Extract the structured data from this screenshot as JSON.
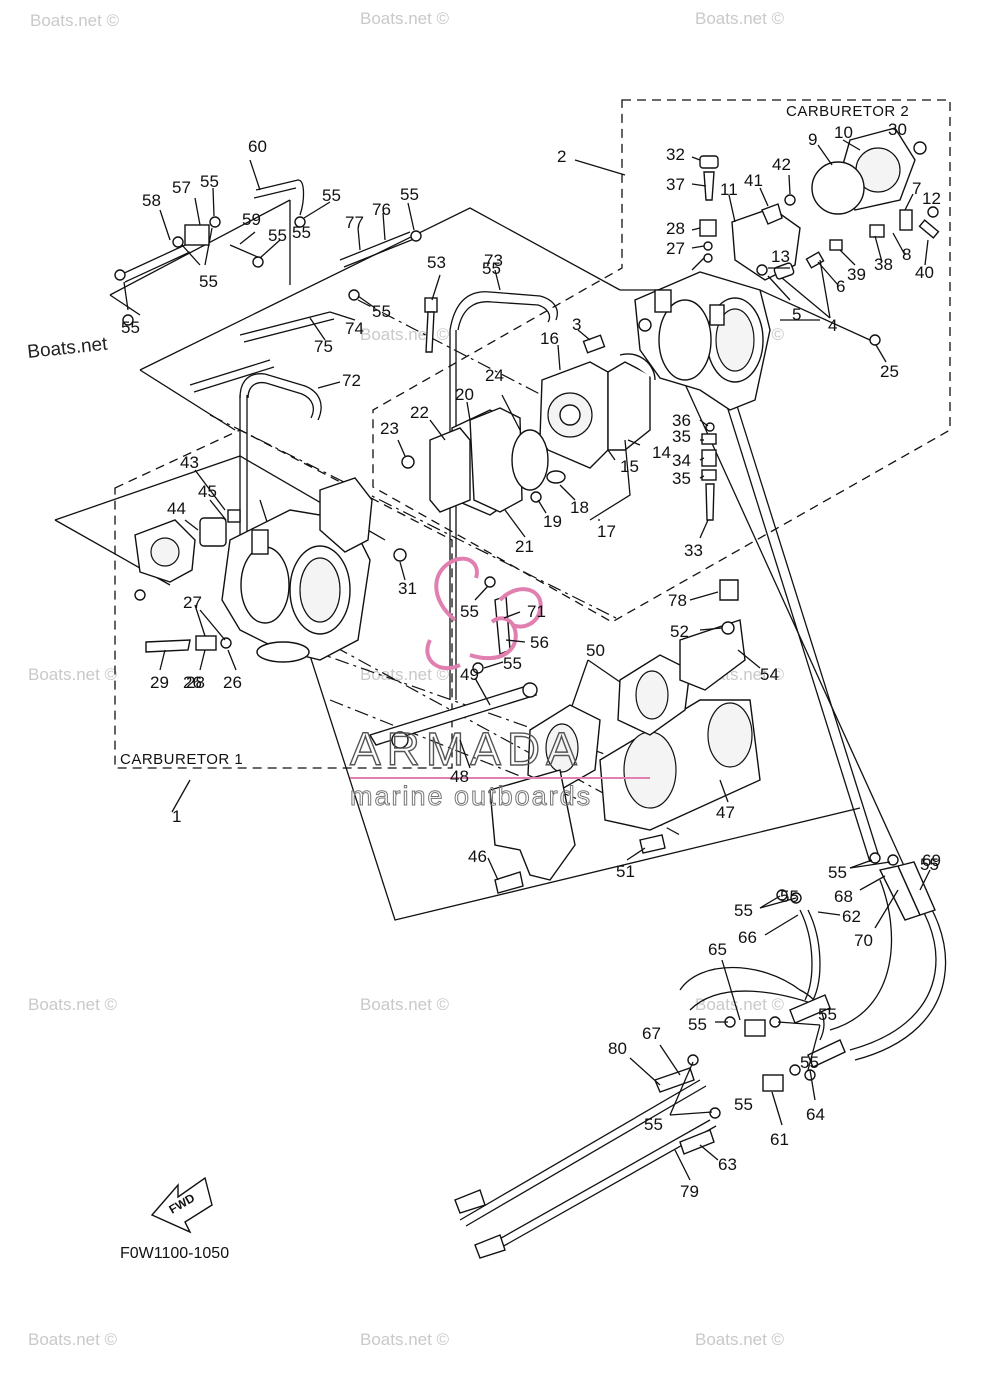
{
  "diagram": {
    "code": "F0W1100-1050",
    "group_labels": {
      "carb1": "CARBURETOR 1",
      "carb2": "CARBURETOR 2"
    },
    "fwd_label": "FWD",
    "watermark": "Boats.net ©",
    "watermark_dark": "Boats.net",
    "brand": {
      "name": "ARMADA",
      "tagline": "marine outboards",
      "colors": {
        "swirl": "#e07fb0",
        "text_stroke": "#555555"
      }
    },
    "callouts": [
      "1",
      "2",
      "3",
      "4",
      "5",
      "6",
      "7",
      "8",
      "9",
      "10",
      "11",
      "12",
      "13",
      "14",
      "15",
      "16",
      "17",
      "18",
      "19",
      "20",
      "21",
      "22",
      "23",
      "24",
      "25",
      "26",
      "27",
      "28",
      "29",
      "30",
      "31",
      "32",
      "33",
      "34",
      "35",
      "36",
      "37",
      "38",
      "39",
      "40",
      "41",
      "42",
      "43",
      "44",
      "45",
      "46",
      "47",
      "48",
      "49",
      "50",
      "51",
      "52",
      "53",
      "54",
      "55",
      "56",
      "57",
      "58",
      "59",
      "60",
      "61",
      "62",
      "63",
      "64",
      "65",
      "66",
      "67",
      "68",
      "69",
      "70",
      "71",
      "72",
      "73",
      "74",
      "75",
      "76",
      "77",
      "78",
      "79",
      "80",
      "26",
      "27",
      "28",
      "35",
      "55",
      "55",
      "55",
      "55",
      "55",
      "55",
      "55",
      "55",
      "55",
      "55",
      "55",
      "55",
      "55",
      "55",
      "55",
      "55",
      "55",
      "55",
      "55"
    ]
  }
}
